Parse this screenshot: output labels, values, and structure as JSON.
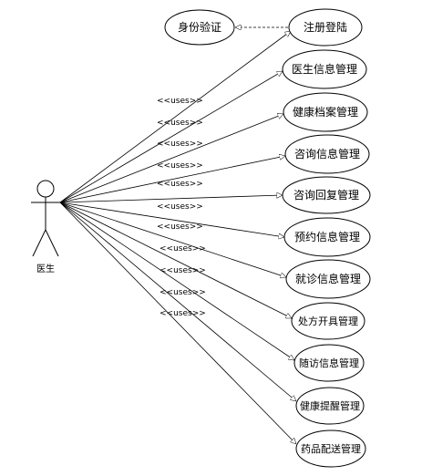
{
  "actor": {
    "name": "医生"
  },
  "stereotype": "<<uses>>",
  "include_target": {
    "label": "身份验证"
  },
  "use_cases": [
    {
      "label": "注册登陆"
    },
    {
      "label": "医生信息管理"
    },
    {
      "label": "健康档案管理"
    },
    {
      "label": "咨询信息管理"
    },
    {
      "label": "咨询回复管理"
    },
    {
      "label": "预约信息管理"
    },
    {
      "label": "就诊信息管理"
    },
    {
      "label": "处方开具管理"
    },
    {
      "label": "随访信息管理"
    },
    {
      "label": "健康提醒管理"
    },
    {
      "label": "药品配送管理"
    }
  ]
}
